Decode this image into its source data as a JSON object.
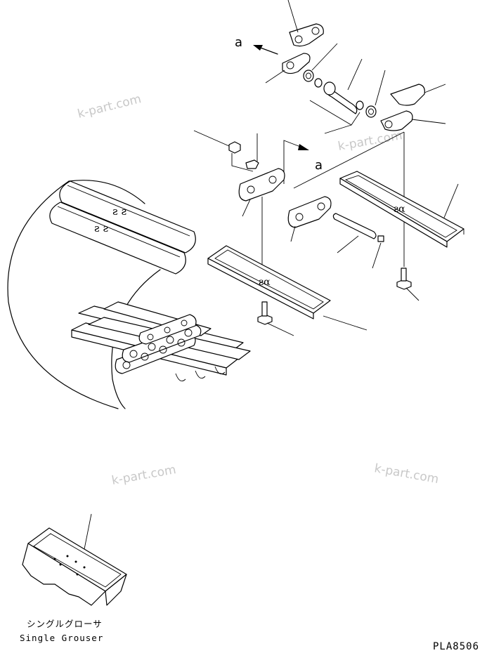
{
  "callouts": {
    "arrow_upper": "a",
    "arrow_lower": "a"
  },
  "watermarks": [
    "k-part.com",
    "k-part.com",
    "k-part.com",
    "k-part.com"
  ],
  "caption": {
    "japanese": "シングルグローサ",
    "english": "Single Grouser"
  },
  "drawing_code": "PLA8506"
}
